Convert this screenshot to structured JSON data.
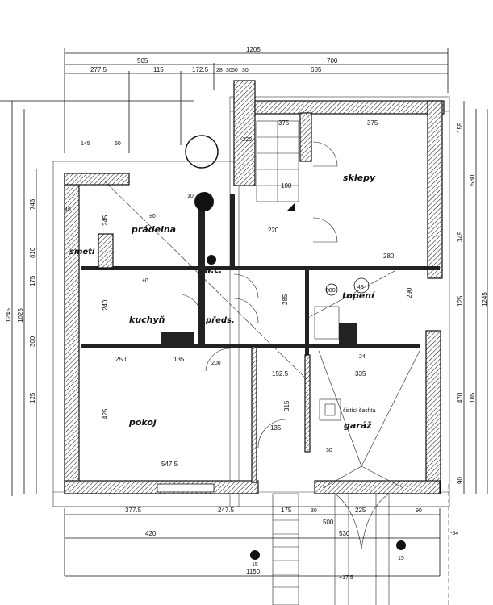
{
  "title": "Floor plan - ground floor",
  "rooms": {
    "pradelna": "prádelna",
    "smeti": "smetí",
    "kuchyn": "kuchyň",
    "wc": "w.c.",
    "predsin": "předs.",
    "pokoj": "pokoj",
    "sklepy": "sklepy",
    "topeni": "topení",
    "garaz": "garáž",
    "sachta": "čistící šachta"
  },
  "dimensions": {
    "top": [
      "1205",
      "505",
      "700",
      "277.5",
      "115",
      "172.5",
      "28",
      "30",
      "60",
      "30",
      "605",
      "145",
      "60"
    ],
    "bottom": [
      "377.5",
      "247.5",
      "175",
      "30",
      "225",
      "90",
      "420",
      "500",
      "530",
      "1150",
      "547.5",
      "15",
      "15"
    ],
    "left": [
      "1245",
      "1025",
      "810",
      "745",
      "175",
      "240",
      "425",
      "125",
      "245",
      "300"
    ],
    "right": [
      "155",
      "580",
      "1245",
      "470",
      "185",
      "125",
      "90",
      "375",
      "335",
      "345"
    ],
    "interior": [
      "375",
      "100",
      "220",
      "280",
      "250",
      "135",
      "135",
      "200",
      "285",
      "315",
      "152.5",
      "290",
      "30",
      "10",
      "40",
      "24"
    ],
    "levels": [
      "±0",
      "-220",
      "±0",
      "+17.5",
      "-54"
    ],
    "circle_marks": [
      "48",
      "080"
    ]
  }
}
